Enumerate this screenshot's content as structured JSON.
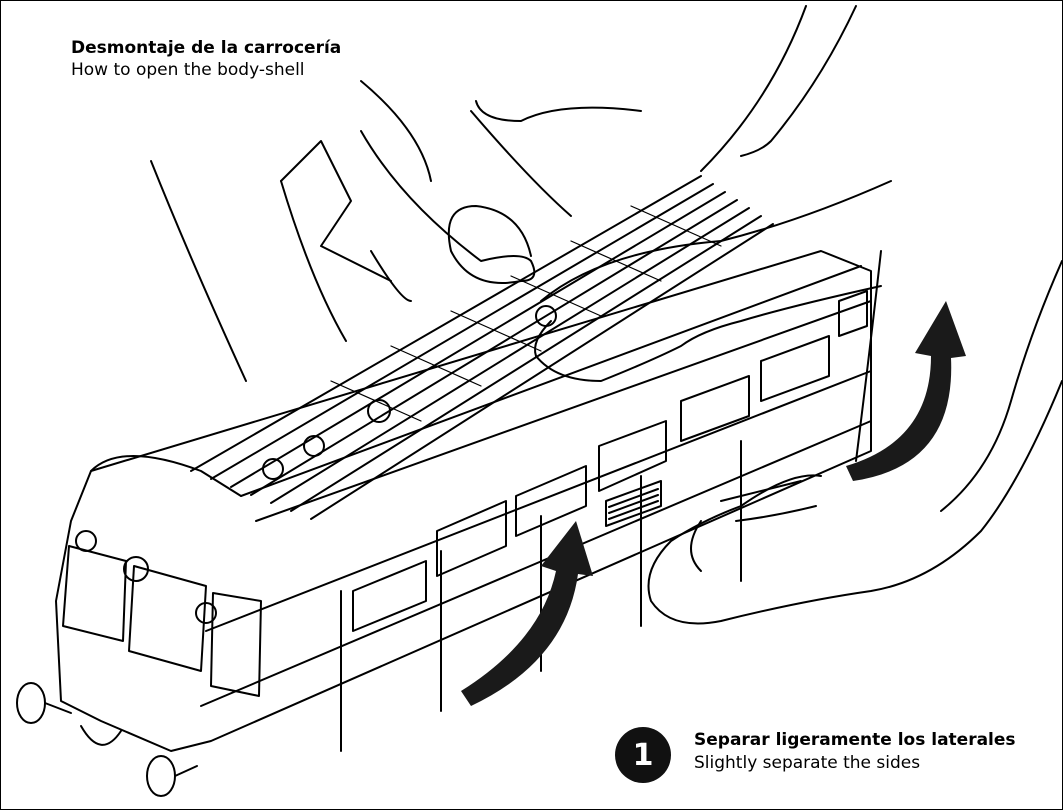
{
  "header": {
    "title_es": "Desmontaje de la carrocería",
    "title_en": "How to open the body-shell"
  },
  "step": {
    "number": "1",
    "text_es": "Separar ligeramente los laterales",
    "text_en": "Slightly separate the sides"
  },
  "colors": {
    "line": "#000000",
    "arrow": "#1a1a1a",
    "background": "#ffffff"
  }
}
